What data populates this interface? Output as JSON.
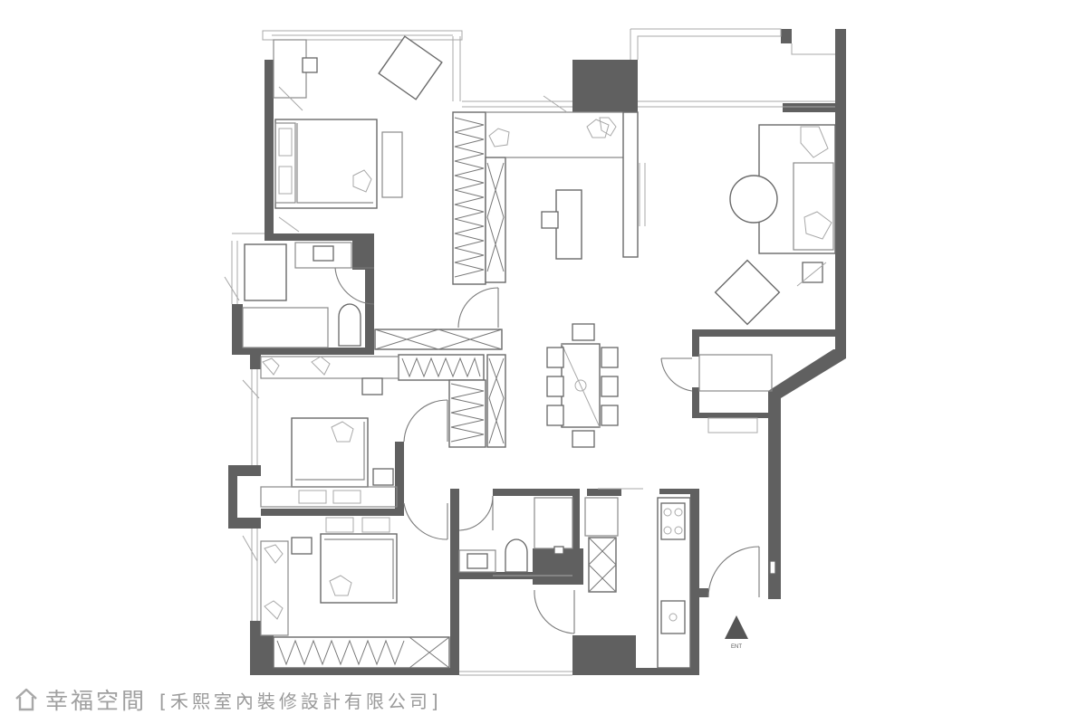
{
  "watermark": {
    "brand": "幸福空間",
    "credit": "[禾熙室內裝修設計有限公司]"
  },
  "plan": {
    "entrance_label": "ENT",
    "colors": {
      "wall": "#606060",
      "line": "#8a8a8a",
      "background": "#ffffff",
      "watermark": "#9a9a9a"
    }
  },
  "icons": [
    "house-icon",
    "entrance-arrow-icon"
  ]
}
